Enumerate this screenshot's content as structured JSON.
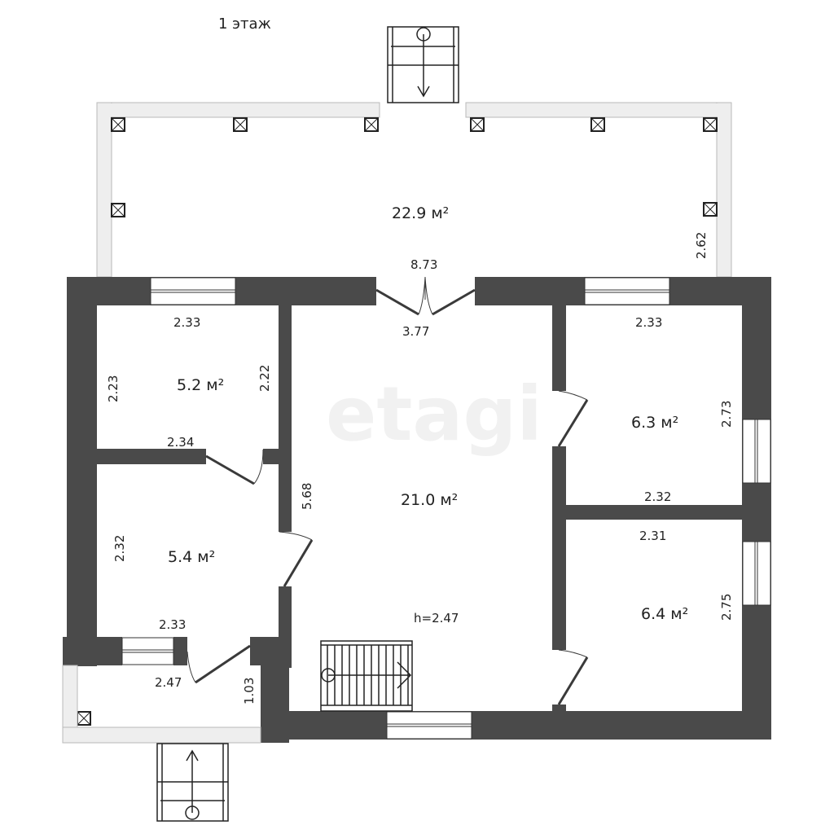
{
  "floor_title": "1 этаж",
  "watermark": "etagi",
  "ceiling_height": "h=2.47",
  "colors": {
    "wall": "#4a4a4a",
    "terrace": "#eeeeee",
    "background": "#ffffff",
    "text": "#222222"
  },
  "rooms": {
    "terrace": {
      "area": "22.9 м²",
      "dim_width": "8.73",
      "dim_height": "2.62"
    },
    "hall": {
      "area": "21.0 м²",
      "dim_width": "3.77",
      "dim_height": "5.68"
    },
    "room_top_left": {
      "area": "5.2 м²",
      "dim_top": "2.33",
      "dim_bottom": "2.34",
      "dim_left": "2.23",
      "dim_right": "2.22"
    },
    "room_bottom_left": {
      "area": "5.4 м²",
      "dim_bottom": "2.33",
      "dim_left": "2.32"
    },
    "porch": {
      "dim_width": "2.47",
      "dim_height": "1.03"
    },
    "room_top_right": {
      "area": "6.3 м²",
      "dim_top": "2.33",
      "dim_bottom": "2.32",
      "dim_right": "2.73"
    },
    "room_bottom_right": {
      "area": "6.4 м²",
      "dim_top": "2.31",
      "dim_right": "2.75"
    }
  },
  "icons": {
    "column": "column-icon",
    "stairs_top": "stairs-down-icon",
    "stairs_bottom": "stairs-up-icon",
    "stairs_interior": "stairs-icon"
  }
}
